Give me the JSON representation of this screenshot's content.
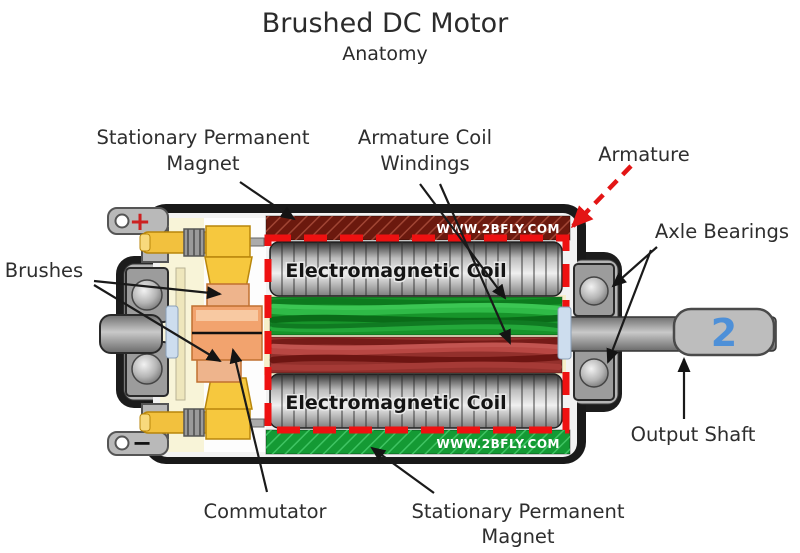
{
  "title": "Brushed DC Motor",
  "subtitle": "Anatomy",
  "watermark": "WWW.2BFLY.COM",
  "labels": {
    "stationary_magnet_top_1": "Stationary Permanent",
    "stationary_magnet_top_2": "Magnet",
    "armature_coil_1": "Armature Coil",
    "armature_coil_2": "Windings",
    "armature": "Armature",
    "axle_bearings": "Axle Bearings",
    "brushes": "Brushes",
    "commutator": "Commutator",
    "stationary_magnet_bottom_1": "Stationary Permanent",
    "stationary_magnet_bottom_2": "Magnet",
    "output_shaft": "Output Shaft",
    "electromagnetic_coil": "Electromagnetic Coil",
    "shaft_logo": "2",
    "positive_terminal": "+",
    "negative_terminal": "−"
  },
  "colors": {
    "accent_red": "#ee1111",
    "magnet_top_maroon": "#6b190e",
    "magnet_bottom_green": "#149a34",
    "winding_green": "#17942a",
    "winding_red": "#93302c",
    "brass_yellow": "#f6c83e",
    "commutator_orange": "#f2a36e",
    "shaft_logo_blue": "#4e90d8",
    "label_text": "#2e2e2e"
  }
}
